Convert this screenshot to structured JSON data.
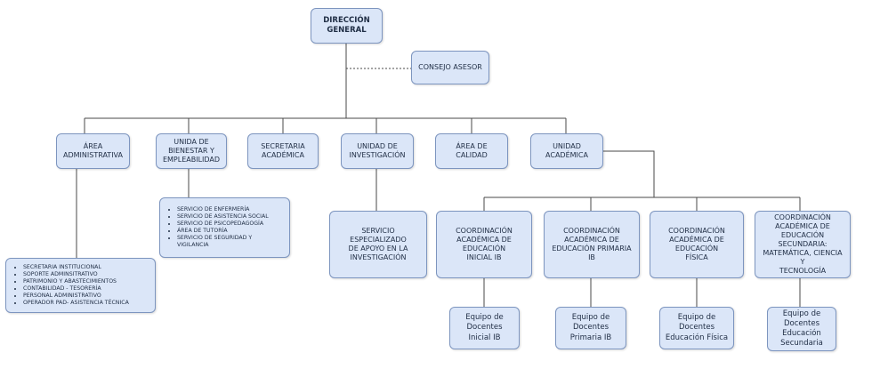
{
  "chart": {
    "direccion": "DIRECCIÓN\nGENERAL",
    "consejo": "CONSEJO ASESOR",
    "area_administrativa": "ÁREA\nADMINISTRATIVA",
    "unidad_bienestar": "UNIDA DE\nBIENESTAR Y\nEMPLEABILIDAD",
    "secretaria": "SECRETARIA\nACADÉMICA",
    "unidad_investigacion": "UNIDAD DE\nINVESTIGACIÓN",
    "area_calidad": "ÁREA DE CALIDAD",
    "unidad_academica": "UNIDAD\nACADÉMICA",
    "servicio_investigacion": "SERVICIO ESPECIALIZADO\nDE APOYO EN LA\nINVESTIGACIÓN",
    "admin_services": [
      "SECRETARIA INSTITUCIONAL",
      "SOPORTE ADMINSITRATIVO",
      "PATRIMONIO Y ABASTECIMIENTOS",
      "CONTABILIDAD - TESORERÍA",
      "PERSONAL ADMINISTRATIVO",
      "OPERADOR PAD- ASISTENCIA TÉCNICA"
    ],
    "bienestar_services": [
      "SERVICIO DE ENFERMERÍA",
      "SERVICIO DE ASISTENCIA SOCIAL",
      "SERVICIO DE PSICOPEDAGOGÍA",
      "ÁREA DE TUTORÍA",
      "SERVICIO DE SEGURIDAD Y VIGILANCIA"
    ],
    "coord_inicial": "COORDINACIÓN\nACADÉMICA DE\nEDUCACIÓN\nINICIAL IB",
    "coord_primaria": "COORDINACIÓN\nACADÉMICA DE\nEDUCACIÓN PRIMARIA IB",
    "coord_fisica": "COORDINACIÓN\nACADÉMICA DE\nEDUCACIÓN\nFÍSICA",
    "coord_secundaria": "COORDINACIÓN\nACADÉMICA DE\nEDUCACIÓN\nSECUNDARIA:\nMATEMÁTICA, CIENCIA Y\nTECNOLOGÍA",
    "team_inicial": "Equipo de\nDocentes\nInicial IB",
    "team_primaria": "Equipo de\nDocentes\nPrimaria IB",
    "team_fisica": "Equipo de\nDocentes\nEducación Física",
    "team_secundaria": "Equipo de\nDocentes\nEducación\nSecundaria"
  }
}
